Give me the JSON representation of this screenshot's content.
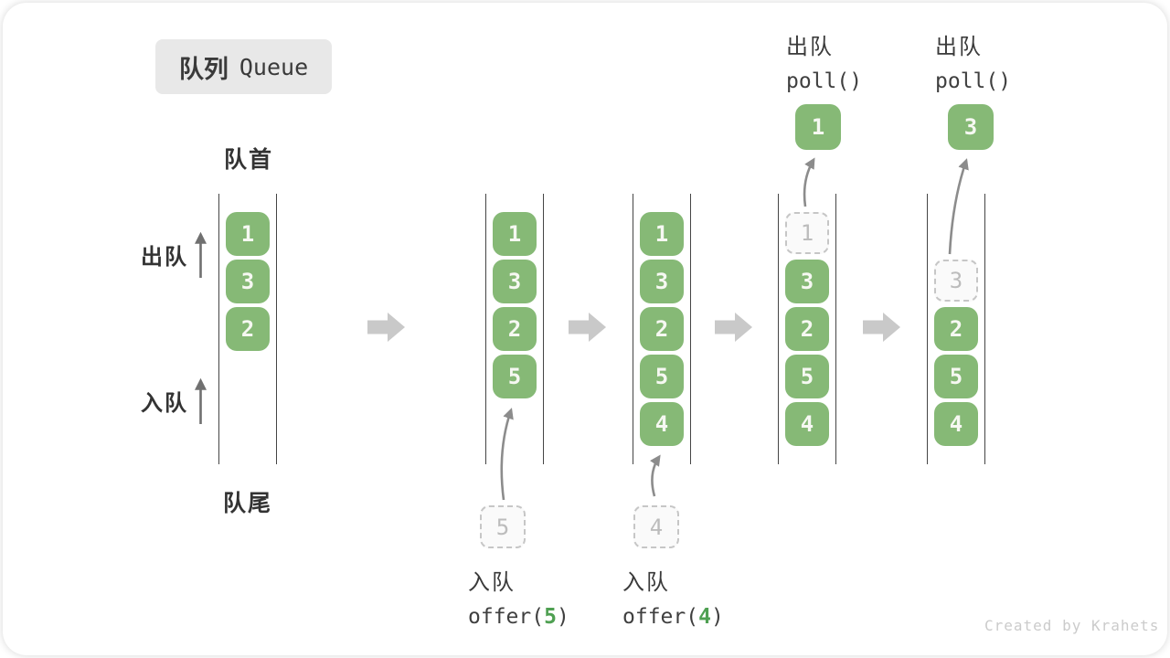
{
  "title": {
    "zh": "队列",
    "en": "Queue"
  },
  "labels": {
    "front": "队首",
    "rear": "队尾",
    "dequeue_side": "出队",
    "enqueue_side": "入队"
  },
  "colors": {
    "box_green": "#86b976",
    "accent_green": "#4fa052",
    "block_arrow_gray": "#c9c9c9",
    "wall_dark": "#454545",
    "title_bg": "#e8e8e8"
  },
  "icons": {
    "up_arrow": "arrow-up",
    "right_block_arrow": "arrow-right-block"
  },
  "columns": [
    {
      "cells": [
        {
          "v": "1"
        },
        {
          "v": "3"
        },
        {
          "v": "2"
        }
      ]
    },
    {
      "cells": [
        {
          "v": "1"
        },
        {
          "v": "3"
        },
        {
          "v": "2"
        },
        {
          "v": "5"
        }
      ],
      "staged": {
        "v": "5"
      },
      "op": {
        "zh": "入队",
        "code_open": "offer(",
        "arg": "5",
        "code_close": ")"
      }
    },
    {
      "cells": [
        {
          "v": "1"
        },
        {
          "v": "3"
        },
        {
          "v": "2"
        },
        {
          "v": "5"
        },
        {
          "v": "4"
        }
      ],
      "staged": {
        "v": "4"
      },
      "op": {
        "zh": "入队",
        "code_open": "offer(",
        "arg": "4",
        "code_close": ")"
      }
    },
    {
      "cells": [
        {
          "v": "1",
          "removed": true
        },
        {
          "v": "3"
        },
        {
          "v": "2"
        },
        {
          "v": "5"
        },
        {
          "v": "4"
        }
      ],
      "result": {
        "v": "1"
      },
      "op": {
        "zh": "出队",
        "code": "poll()"
      }
    },
    {
      "cells": [
        {
          "v": "3",
          "removed": true
        },
        {
          "v": "2"
        },
        {
          "v": "5"
        },
        {
          "v": "4"
        }
      ],
      "result": {
        "v": "3"
      },
      "op": {
        "zh": "出队",
        "code": "poll()"
      }
    }
  ],
  "watermark": "Created by Krahets"
}
